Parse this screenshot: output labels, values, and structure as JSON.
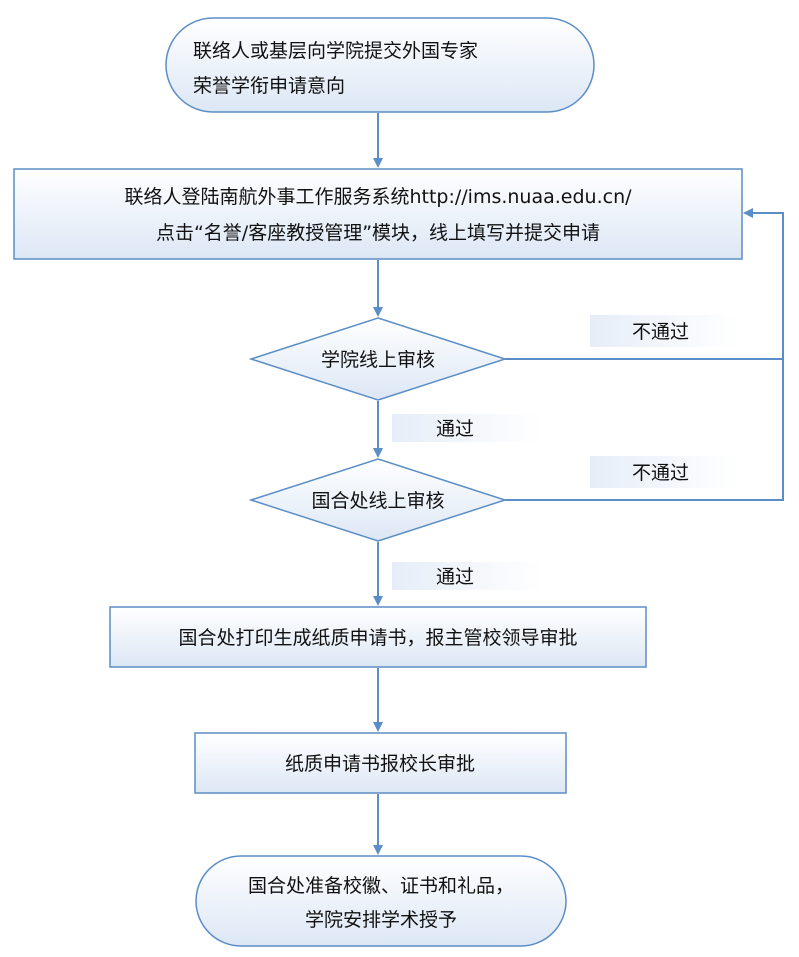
{
  "nodes": {
    "start": {
      "line1": "联络人或基层向学院提交外国专家",
      "line2": "荣誉学衔申请意向"
    },
    "submit": {
      "line1": "联络人登陆南航外事工作服务系统http://ims.nuaa.edu.cn/",
      "line2": "点击“名誉/客座教授管理”模块，线上填写并提交申请"
    },
    "college_review": {
      "label": "学院线上审核"
    },
    "intl_review": {
      "label": "国合处线上审核"
    },
    "print": {
      "label": "国合处打印生成纸质申请书，报主管校领导审批"
    },
    "president": {
      "label": "纸质申请书报校长审批"
    },
    "end": {
      "line1": "国合处准备校徽、证书和礼品，",
      "line2": "学院安排学术授予"
    }
  },
  "edges": {
    "college_pass": "通过",
    "college_fail": "不通过",
    "intl_pass": "通过",
    "intl_fail": "不通过"
  },
  "colors": {
    "stroke": "#5b8ec6",
    "fill_top": "#ffffff",
    "fill_bottom": "#dde8f6",
    "arrow": "#5b8ec6",
    "label_bg": "#eef3fa"
  }
}
